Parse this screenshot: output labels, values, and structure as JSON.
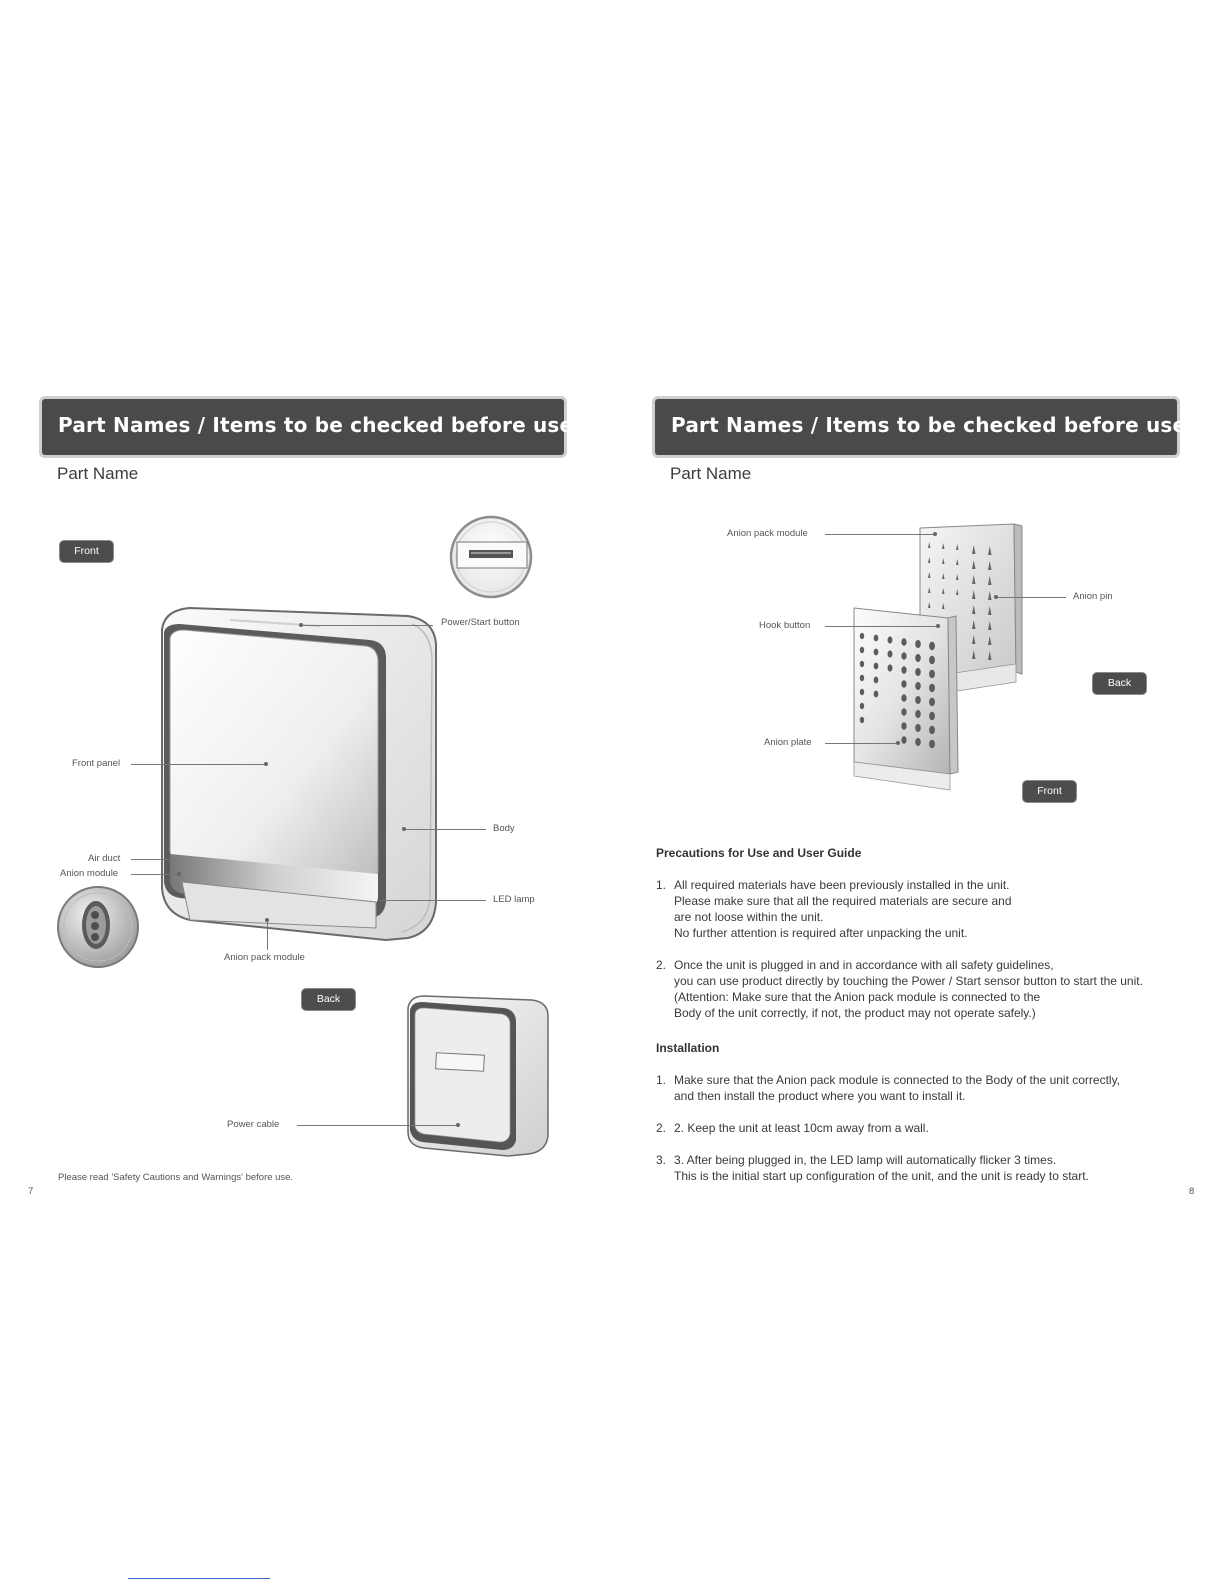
{
  "left_page": {
    "banner_title": "Part Names / Items to be checked before use",
    "subheading": "Part Name",
    "front_tag": "Front",
    "back_tag": "Back",
    "labels": {
      "power_start_button": "Power/Start button",
      "front_panel": "Front panel",
      "body": "Body",
      "air_duct": "Air duct",
      "anion_module": "Anion module",
      "led_lamp": "LED lamp",
      "anion_pack_module": "Anion pack module",
      "power_cable": "Power cable"
    },
    "footnote": "Please read 'Safety Cautions and Warnings' before use.",
    "page_number": "7"
  },
  "right_page": {
    "banner_title": "Part Names / Items to be checked before use",
    "subheading": "Part Name",
    "labels": {
      "anion_pack_module": "Anion pack module",
      "anion_pin": "Anion pin",
      "hook_button": "Hook button",
      "anion_plate": "Anion plate"
    },
    "back_tag": "Back",
    "front_tag": "Front",
    "precautions": {
      "title": "Precautions for Use and User Guide",
      "items": [
        {
          "num": "1.",
          "lines": [
            "All required materials have been previously installed in the unit.",
            "Please make sure that all the required materials are secure and",
            "are not loose within the unit.",
            "No further attention is required after unpacking the unit."
          ]
        },
        {
          "num": "2.",
          "lines": [
            "Once the unit is plugged in and in accordance with all safety guidelines,",
            "you can use product directly by touching the Power / Start sensor button to start the unit.",
            "(Attention: Make sure that the Anion pack module is connected to the",
            "Body of the unit correctly, if not, the product may not operate safely.)"
          ]
        }
      ]
    },
    "installation": {
      "title": "Installation",
      "items": [
        {
          "num": "1.",
          "lines": [
            "Make sure that the Anion pack module is connected to the Body of the unit correctly,",
            "and then install the product where you want to install it."
          ]
        },
        {
          "num": "2.",
          "lines": [
            "2. Keep the unit at least 10cm away from a wall."
          ]
        },
        {
          "num": "3.",
          "lines": [
            "3. After being plugged in, the LED lamp will automatically flicker 3 times.",
            "This is the initial start up configuration of the unit, and the unit is ready to start."
          ]
        }
      ]
    },
    "page_number": "8"
  }
}
